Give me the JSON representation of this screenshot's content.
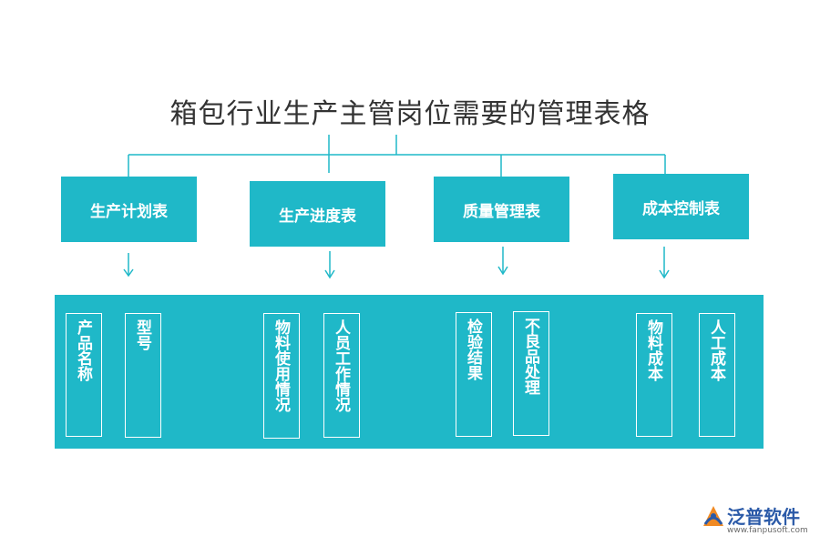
{
  "title": "箱包行业生产主管岗位需要的管理表格",
  "tables": [
    {
      "label": "生产计划表",
      "items": [
        "产品名称",
        "型号"
      ]
    },
    {
      "label": "生产进度表",
      "items": [
        "物料使用情况",
        "人员工作情况"
      ]
    },
    {
      "label": "质量管理表",
      "items": [
        "检验结果",
        "不良品处理"
      ]
    },
    {
      "label": "成本控制表",
      "items": [
        "物料成本",
        "人工成本"
      ]
    }
  ],
  "colors": {
    "accent": "#1fb8c8",
    "line": "#1fb8c8",
    "logo": "#2b5aa8"
  },
  "logo": {
    "name": "泛普软件",
    "url": "www.fanpusoft.com",
    "icon": "fanpu-logo-icon"
  }
}
